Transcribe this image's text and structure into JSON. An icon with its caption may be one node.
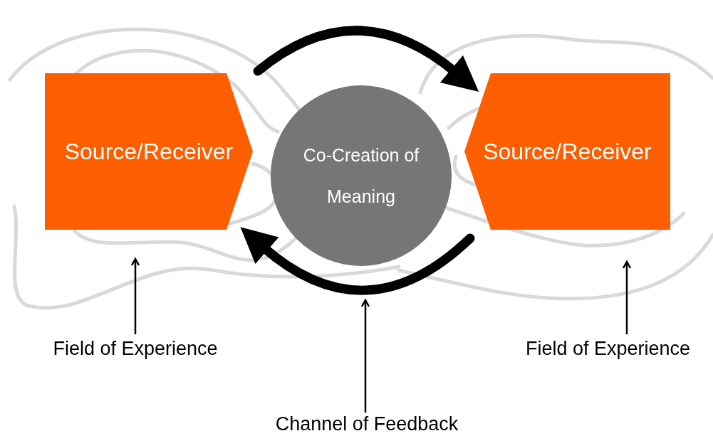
{
  "diagram": {
    "nodes": [
      {
        "text": [
          "Source/Receiver"
        ]
      },
      {
        "text": [
          "Co-Creation of Meaning"
        ]
      },
      {
        "text": [
          "Source/Receiver"
        ]
      },
      {
        "text": [
          "Field of Experience"
        ]
      },
      {
        "text": [
          "Field of Experience"
        ]
      },
      {
        "text": [
          "Channel of Feedback"
        ]
      }
    ],
    "edges": [
      {
        "from": 0,
        "to": 2,
        "arrow": "to",
        "style": "thick"
      },
      {
        "from": 2,
        "to": 0,
        "arrow": "to",
        "style": "thick"
      },
      {
        "from": 3,
        "to": null,
        "arrow": "to"
      },
      {
        "from": 4,
        "to": null,
        "arrow": "to"
      },
      {
        "from": 5,
        "to": null,
        "arrow": "to"
      }
    ]
  }
}
